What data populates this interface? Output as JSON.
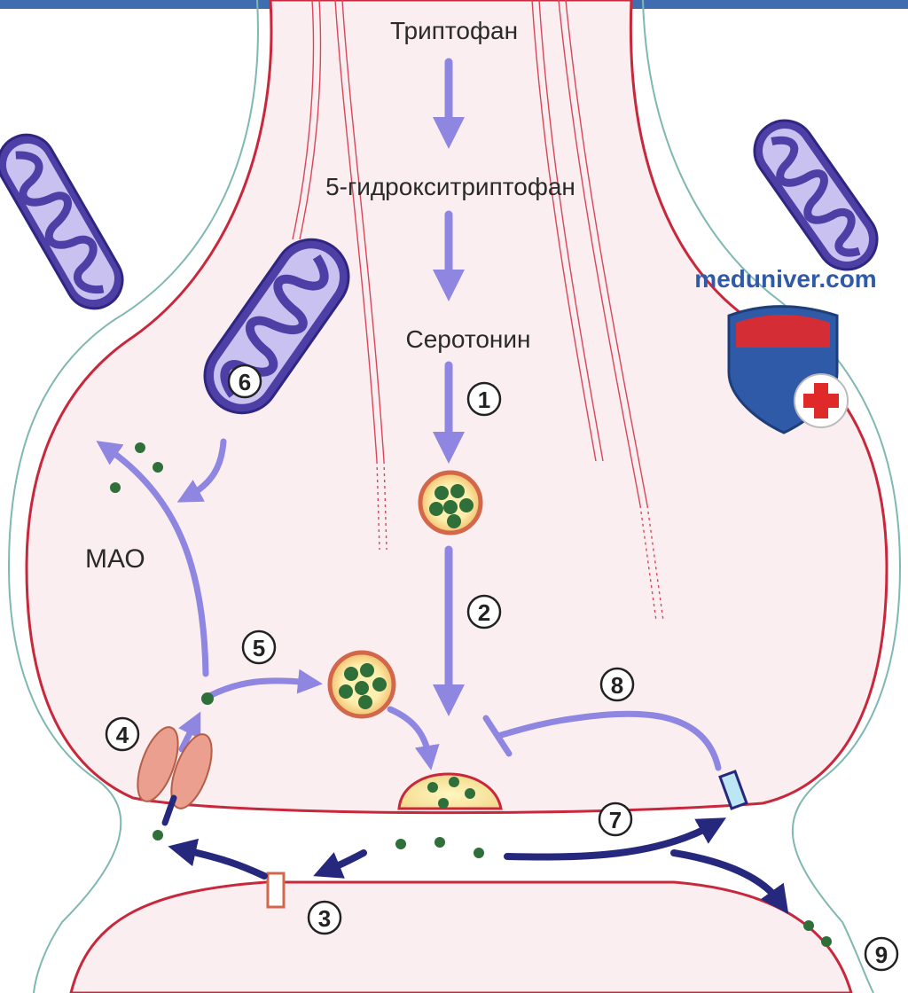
{
  "diagram": {
    "pathway": {
      "tryptophan": "Триптофан",
      "hydroxytryptophan": "5-гидрокситриптофан",
      "serotonin": "Серотонин"
    },
    "mao_label": "МАО",
    "steps": [
      "1",
      "2",
      "3",
      "4",
      "5",
      "6",
      "7",
      "8",
      "9"
    ],
    "watermark": "meduniver.com"
  },
  "colors": {
    "membrane": "#c8283c",
    "terminal_fill": "#fbeef1",
    "extracellular_line": "#7fb8b0",
    "arrow_light": "#8e86e0",
    "arrow_dark": "#26287e",
    "mitochondria": "#4d3fa6",
    "serotonin_dot": "#2e6f3a",
    "vesicle_ring": "#d3674a",
    "header_band": "#3f6db0",
    "brand_text": "#2f5aa8"
  }
}
